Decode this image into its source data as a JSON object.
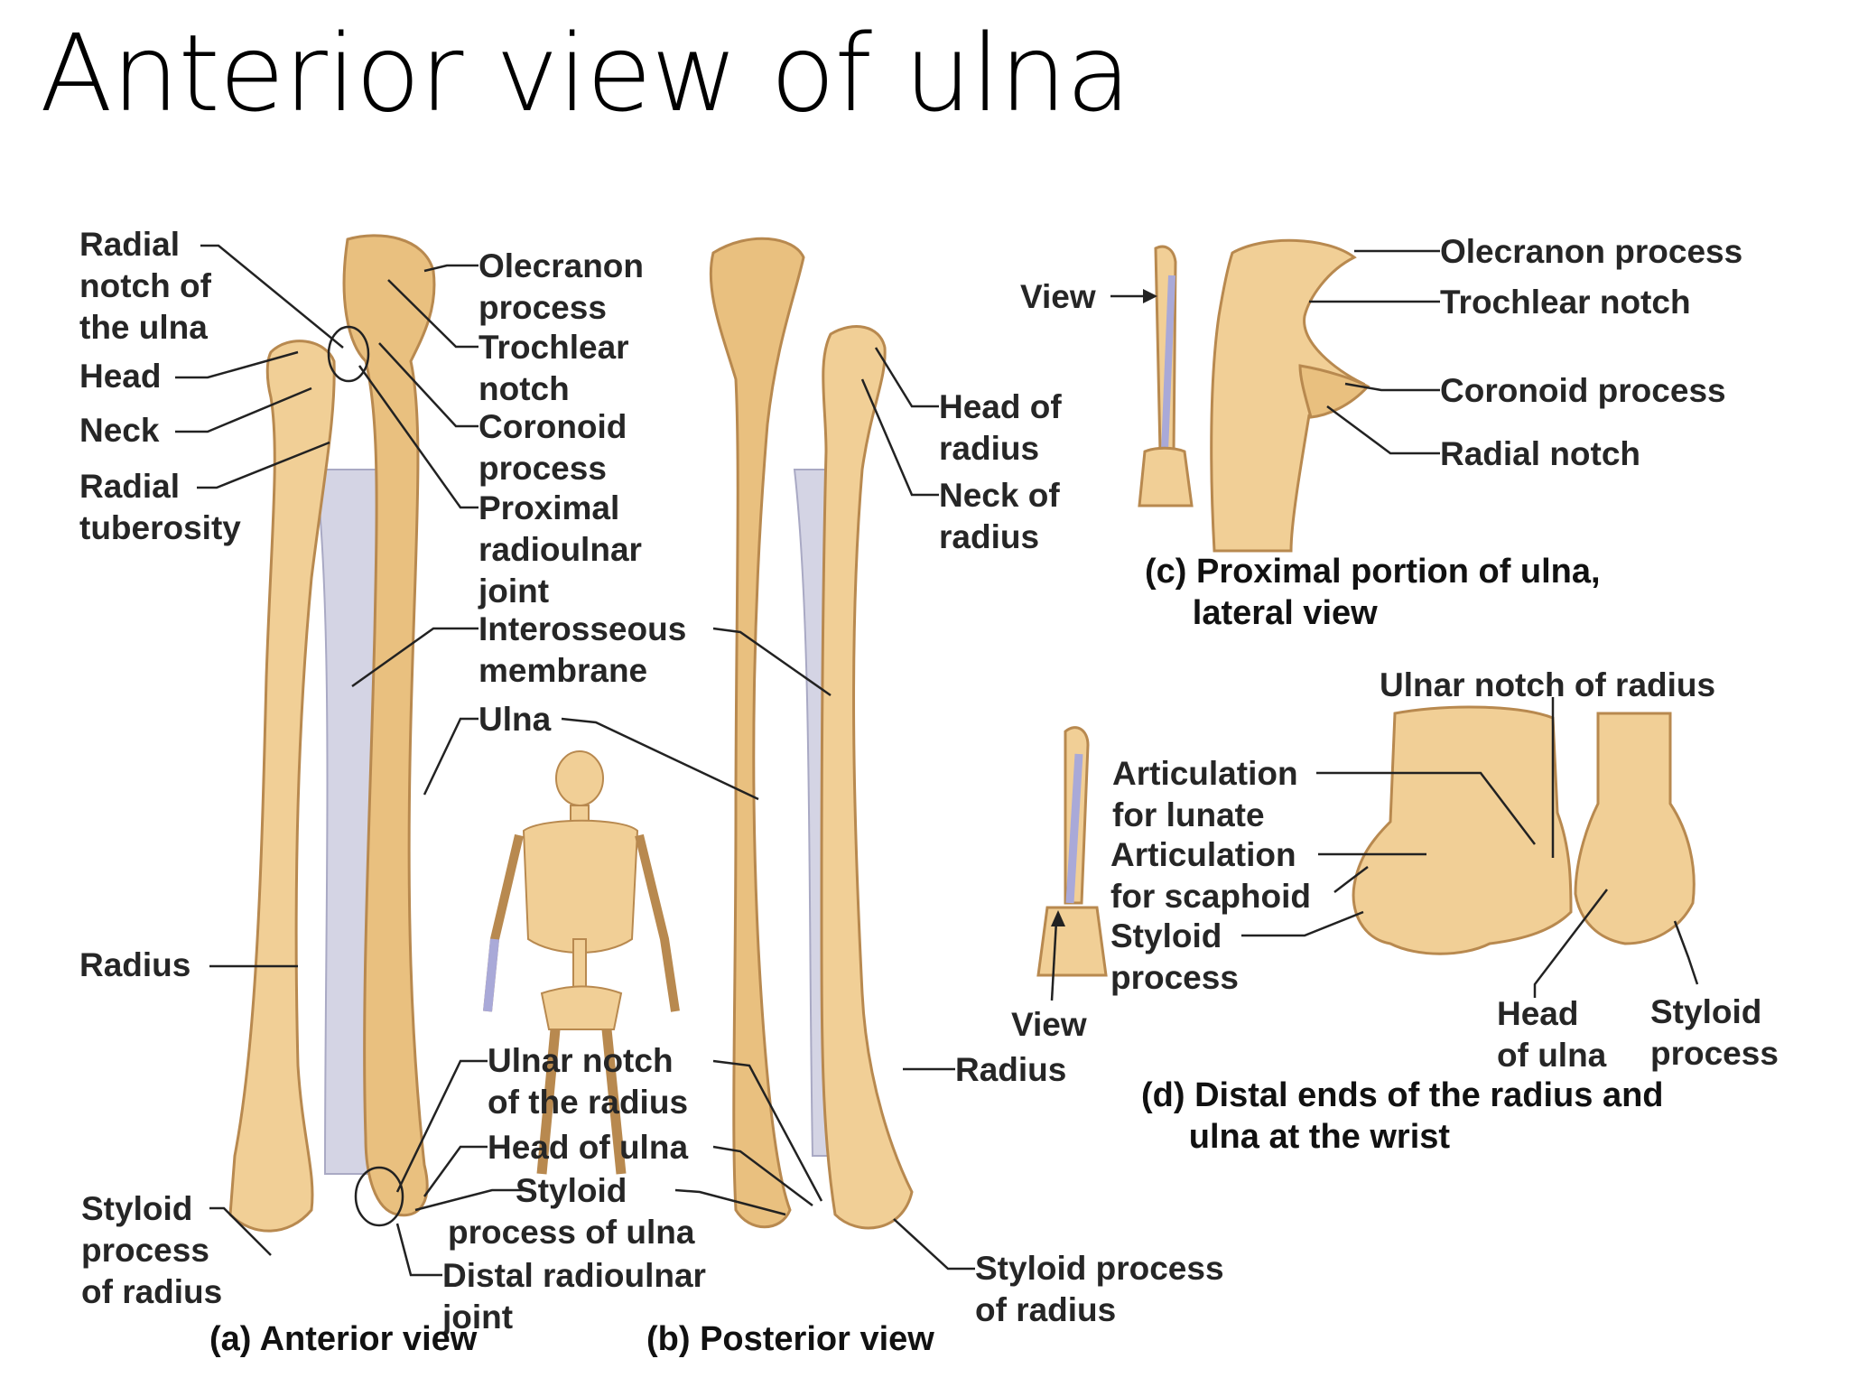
{
  "title": "Anterior view of ulna",
  "panel_a": {
    "labels": {
      "radial_notch": "Radial\nnotch of\nthe ulna",
      "head": "Head",
      "neck": "Neck",
      "radial_tuberosity": "Radial\ntuberosity",
      "olecranon": "Olecranon\nprocess",
      "trochlear": "Trochlear\nnotch",
      "coronoid": "Coronoid\nprocess",
      "proximal_joint": "Proximal\nradioulnar\njoint",
      "interosseous": "Interosseous\nmembrane",
      "ulna": "Ulna",
      "radius": "Radius",
      "ulnar_notch": "Ulnar notch\nof the radius",
      "head_of_ulna": "Head of ulna",
      "styloid_ulna": "Styloid\nprocess of ulna",
      "distal_joint": "Distal radioulnar\njoint",
      "styloid_radius": "Styloid\nprocess\nof radius"
    },
    "caption": "(a) Anterior view"
  },
  "panel_b": {
    "labels": {
      "head_radius": "Head of\nradius",
      "neck_radius": "Neck of\nradius",
      "radius": "Radius",
      "styloid_radius": "Styloid process\nof radius"
    },
    "caption": "(b) Posterior view"
  },
  "panel_c": {
    "labels": {
      "view": "View",
      "olecranon": "Olecranon process",
      "trochlear": "Trochlear notch",
      "coronoid": "Coronoid process",
      "radial_notch": "Radial notch"
    },
    "caption": "(c) Proximal portion of ulna,\n     lateral view"
  },
  "panel_d": {
    "labels": {
      "ulnar_notch": "Ulnar notch of radius",
      "lunate": "Articulation\nfor lunate",
      "scaphoid": "Articulation\nfor scaphoid",
      "styloid": "Styloid\nprocess",
      "view": "View",
      "head_ulna": "Head\nof ulna",
      "styloid_ulna": "Styloid\nprocess"
    },
    "caption": "(d) Distal ends of the radius and\n     ulna at the wrist"
  },
  "colors": {
    "bone": "#f1cf96",
    "bone_outline": "#b8894f",
    "membrane": "#d4d4e4",
    "vessel": "#a9a9d8"
  }
}
